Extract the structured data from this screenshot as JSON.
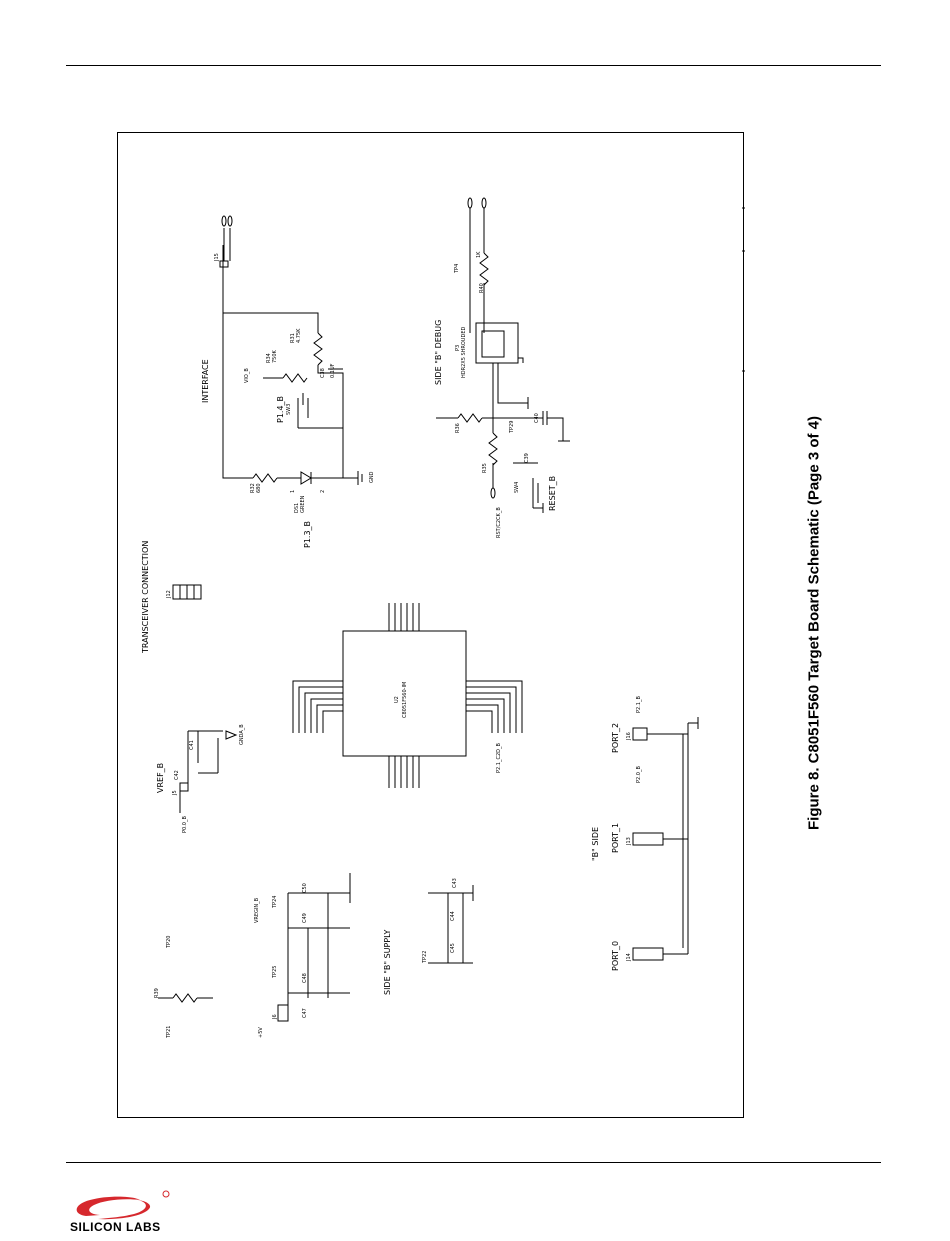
{
  "figure_caption": "Figure 8. C8051F560 Target Board Schematic (Page 3 of 4)",
  "logo": {
    "text": "SILICON LABS",
    "color": "#d6282d"
  },
  "schematic": {
    "sections": {
      "interface": "INTERFACE",
      "transceiver": "TRANSCEIVER CONNECTION",
      "vref": "VREF_B",
      "debug": "SIDE \"B\" DEBUG",
      "supply": "SIDE \"B\" SUPPLY",
      "b_side": "\"B\" SIDE",
      "port0": "PORT_0",
      "port1": "PORT_1",
      "port2": "PORT_2"
    },
    "labels": {
      "p14": "P1.4_B",
      "p13": "P1.3_B",
      "reset": "RESET_B",
      "u2_ref": "U2",
      "u2_part": "C8051F560-IM",
      "ds1": "DS1",
      "ds1_color": "GREEN",
      "r32": "R32",
      "r32_val": "680",
      "r31": "R31",
      "r31_val": "4.75K",
      "r34": "R34",
      "r34_val": "750K",
      "c38": "C38",
      "c38_val": "0.1UF",
      "sw3": "SW3",
      "sw4": "SW4",
      "j15": "J15",
      "j12": "J12",
      "j13": "J13",
      "j14": "J14",
      "j16": "J16",
      "j5": "J5",
      "j6": "J6",
      "p3": "P3",
      "p3_part": "HDR2X5 SHROUDED",
      "r40": "R40",
      "r35": "R35",
      "r36": "R36",
      "tp4": "TP4",
      "tp20": "TP20",
      "tp21": "TP21",
      "tp22": "TP22",
      "tp24": "TP24",
      "tp25": "TP25",
      "tp29": "TP29",
      "r39": "R39",
      "c41": "C41",
      "c42": "C42",
      "c39": "C39",
      "c40": "C40",
      "c43": "C43",
      "c44": "C44",
      "c45": "C45",
      "c47": "C47",
      "c48": "C48",
      "c49": "C49",
      "c50": "C50",
      "gnd": "GND",
      "vio_b": "VIO_B",
      "gnda_b": "GNDA_B",
      "vregin_b": "VREGIN_B",
      "p00_b": "P0.0_B",
      "p20_b": "P2.0_B",
      "p21_b": "P2.1_B",
      "p21_c2d": "P2.1_C2D_B",
      "rst_c2ck": "RST/C2CK_B",
      "v5": "+5V",
      "one_k": "1K",
      "pin1": "1",
      "pin2": "2"
    }
  }
}
